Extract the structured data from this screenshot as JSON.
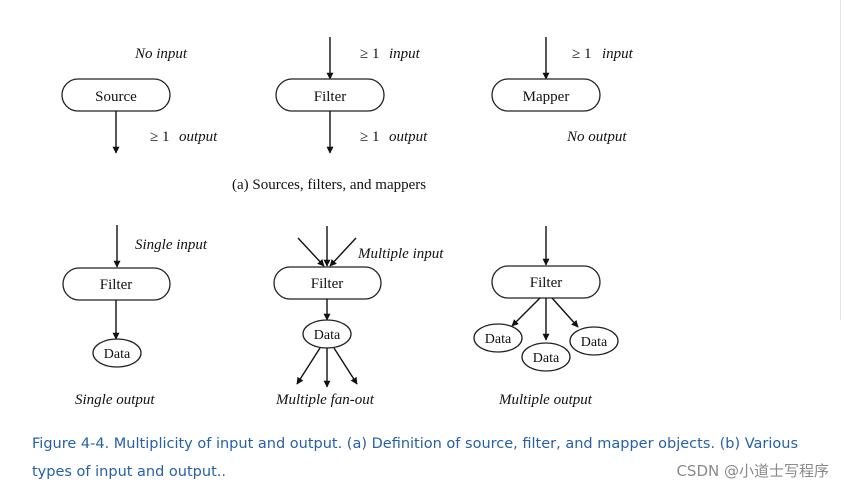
{
  "labels": {
    "no_input": "No input",
    "ge1_input_1": "≥ 1",
    "input_1": "input",
    "ge1_input_2": "≥ 1",
    "input_2": "input",
    "ge1_output_1": "≥ 1",
    "output_1": "output",
    "ge1_output_2": "≥ 1",
    "output_2": "output",
    "no_output": "No output",
    "panel_a": "(a) Sources, filters, and mappers",
    "single_input": "Single input",
    "multiple_input": "Multiple input",
    "single_output": "Single output",
    "multiple_fanout": "Multiple fan-out",
    "multiple_output": "Multiple output"
  },
  "nodes": {
    "source": "Source",
    "filter_a": "Filter",
    "mapper": "Mapper",
    "filter_b1": "Filter",
    "filter_b2": "Filter",
    "filter_b3": "Filter",
    "data_b1": "Data",
    "data_b2": "Data",
    "data_b3_left": "Data",
    "data_b3_mid": "Data",
    "data_b3_right": "Data"
  },
  "caption": {
    "figure": "Figure 4-4.",
    "text": " Multiplicity of input and output. (a) Definition of source, filter, and mapper objects. (b) Various types of input and output.."
  },
  "watermark": "CSDN @小道士写程序",
  "colors": {
    "caption": "#2660a8",
    "watermark": "#8a8a8a",
    "ink": "#111111"
  }
}
